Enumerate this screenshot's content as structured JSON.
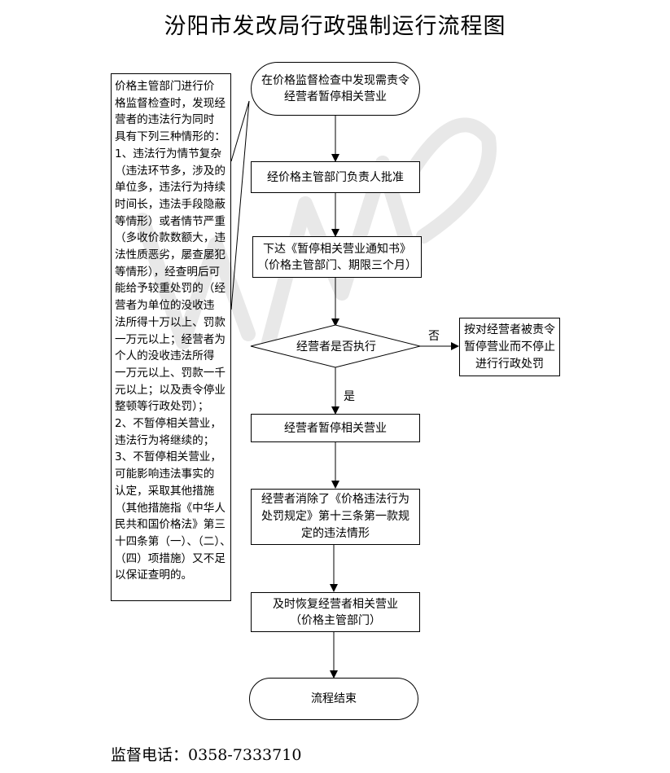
{
  "title": "汾阳市发改局行政强制运行流程图",
  "note_lines": [
    "价格主管部门进行价",
    "格监督检查时，发现经",
    "营者的违法行为同时",
    "具有下列三种情形的：",
    "1、违法行为情节复杂",
    "（违法环节多，涉及的",
    "单位多，违法行为持续",
    "时间长，违法手段隐蔽",
    "等情形）或者情节严重",
    "（多收价款数额大，违",
    "法性质恶劣，屡查屡犯",
    "等情形），经查明后可",
    "能给予较重处罚的（经",
    "营者为单位的没收违",
    "法所得十万以上、罚款",
    "一万元以上；经营者为",
    "个人的没收违法所得",
    "一万元以上、罚款一千",
    "元以上；以及责令停业",
    "整顿等行政处罚）；",
    "2、不暂停相关营业，",
    "违法行为将继续的；",
    "3、不暂停相关营业，",
    "可能影响违法事实的",
    "认定，采取其他措施",
    "（其他措施指《中华人",
    "民共和国价格法》第三",
    "十四条第（一）、（二）、",
    "（四）项措施）又不足",
    "以保证查明的。"
  ],
  "nodes": {
    "start": "在价格监督检查中发现需责令\n经营者暂停相关营业",
    "approve": "经价格主管部门负责人批准",
    "notice": "下达《暂停相关营业通知书》\n（价格主管部门、期限三个月）",
    "decision": "经营者是否执行",
    "penalty": "按对经营者被责令\n暂停营业而不停止\n进行行政处罚",
    "suspend": "经营者暂停相关营业",
    "eliminate": "经营者消除了《价格违法行为\n处罚规定》第十三条第一款规\n定的违法情形",
    "resume": "及时恢复经营者相关营业\n（价格主管部门）",
    "end": "流程结束"
  },
  "edge_labels": {
    "no": "否",
    "yes": "是"
  },
  "footer": {
    "phone_label": "监督电话：",
    "phone": "0358-7333710"
  },
  "watermark": "WPS",
  "colors": {
    "line": "#000000",
    "watermark": "#e6e6e6"
  }
}
